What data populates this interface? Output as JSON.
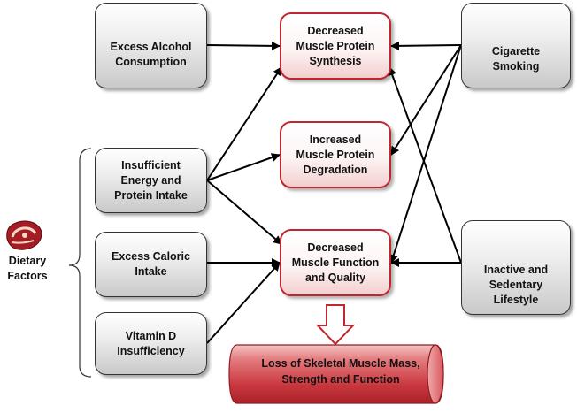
{
  "nodes": {
    "alcohol": {
      "label": "Excess Alcohol\nConsumption",
      "icon": "wine-bottle-glass-icon"
    },
    "smoking": {
      "label": "Cigarette\nSmoking",
      "icon": "cigarette-icon"
    },
    "energy_protein": {
      "label": "Insufficient\nEnergy and\nProtein Intake"
    },
    "caloric": {
      "label": "Excess Caloric\nIntake"
    },
    "vitamin_d": {
      "label": "Vitamin D\nInsufficiency"
    },
    "inactive": {
      "label": "Inactive and\nSedentary\nLifestyle",
      "icon": "person-on-couch-tv-icon"
    },
    "synthesis": {
      "label": "Decreased\nMuscle Protein\nSynthesis"
    },
    "degradation": {
      "label": "Increased\nMuscle Protein\nDegradation"
    },
    "function": {
      "label": "Decreased\nMuscle Function\nand Quality"
    },
    "outcome": {
      "label": "Loss of Skeletal Muscle Mass,\nStrength  and Function"
    }
  },
  "group": {
    "dietary": {
      "label": "Dietary\nFactors",
      "icon": "steak-icon"
    }
  },
  "edges": [
    {
      "from": "alcohol",
      "to": "synthesis"
    },
    {
      "from": "smoking",
      "to": "synthesis"
    },
    {
      "from": "smoking",
      "to": "degradation"
    },
    {
      "from": "smoking",
      "to": "function"
    },
    {
      "from": "energy_protein",
      "to": "synthesis"
    },
    {
      "from": "energy_protein",
      "to": "degradation"
    },
    {
      "from": "energy_protein",
      "to": "function"
    },
    {
      "from": "caloric",
      "to": "function"
    },
    {
      "from": "vitamin_d",
      "to": "function"
    },
    {
      "from": "inactive",
      "to": "synthesis"
    },
    {
      "from": "inactive",
      "to": "function"
    },
    {
      "from": "function",
      "to": "outcome"
    }
  ],
  "colors": {
    "effect_border": "#c0262d",
    "cause_border": "#333333",
    "outcome_fill": "#c9363d",
    "arrow": "#000000"
  }
}
